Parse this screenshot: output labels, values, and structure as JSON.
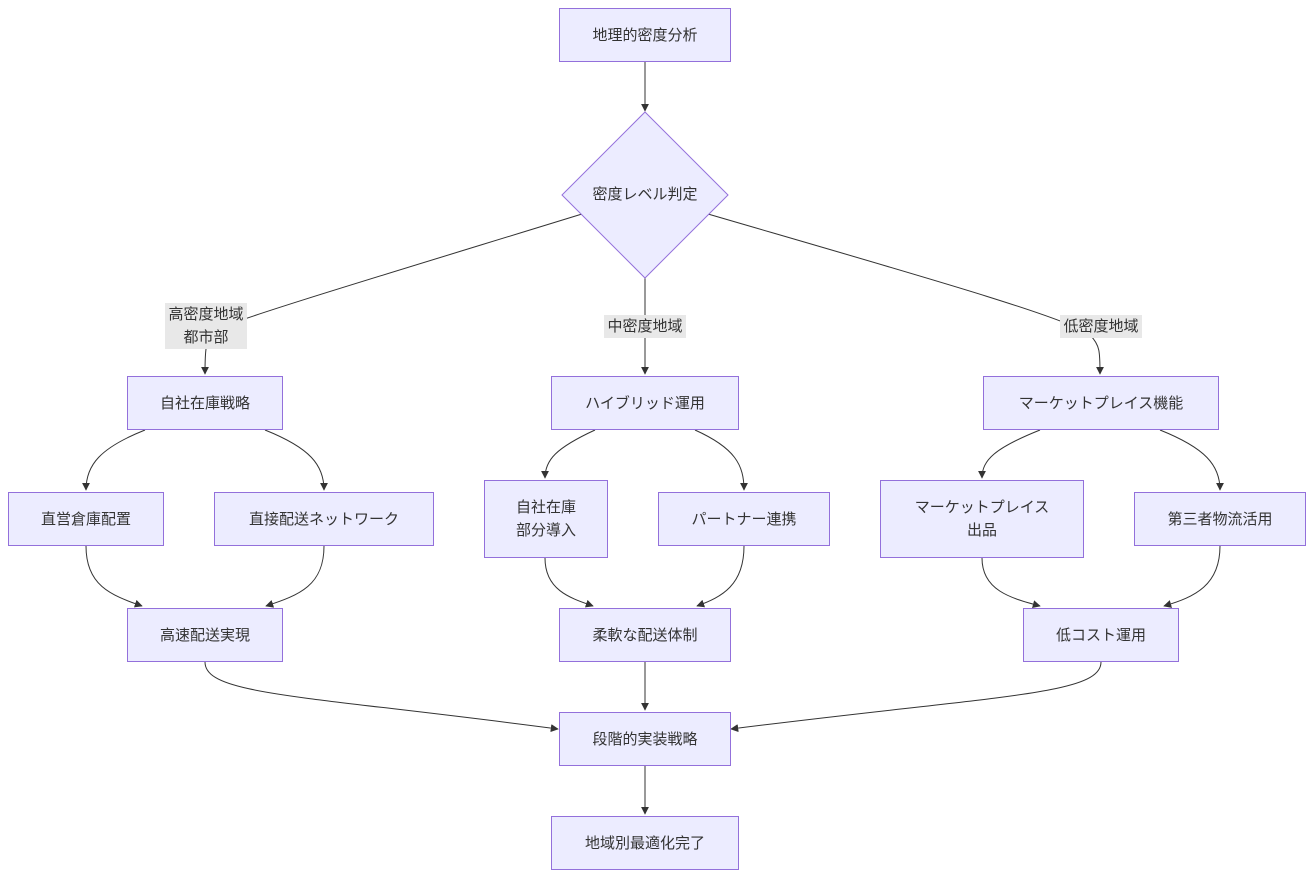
{
  "colors": {
    "node_fill": "#ECECFF",
    "node_border": "#9370DB",
    "edge": "#333333",
    "edge_label_bg": "#e8e8e8",
    "text": "#333333"
  },
  "nodes": {
    "start": "地理的密度分析",
    "decision": "密度レベル判定",
    "own_strategy": "自社在庫戦略",
    "hybrid": "ハイブリッド運用",
    "marketplace": "マーケットプレイス機能",
    "direct_warehouse": "直営倉庫配置",
    "direct_delivery": "直接配送ネットワーク",
    "partial_inventory": "自社在庫\n部分導入",
    "partner": "パートナー連携",
    "marketplace_listing": "マーケットプレイス\n出品",
    "third_party": "第三者物流活用",
    "fast_delivery": "高速配送実現",
    "flexible_delivery": "柔軟な配送体制",
    "low_cost": "低コスト運用",
    "phased": "段階的実装戦略",
    "complete": "地域別最適化完了"
  },
  "edge_labels": {
    "high": "高密度地域\n都市部",
    "mid": "中密度地域",
    "low": "低密度地域"
  }
}
